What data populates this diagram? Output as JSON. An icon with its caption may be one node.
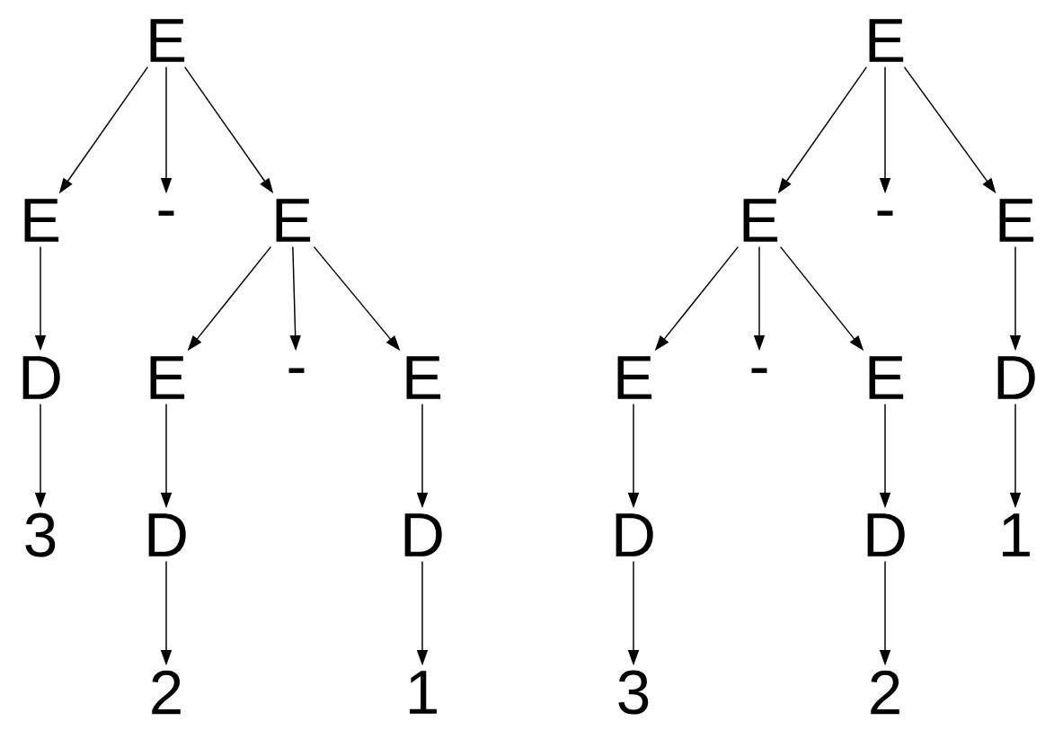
{
  "diagram": {
    "nodes": [
      {
        "text": [
          "E"
        ]
      },
      {
        "text": [
          "E"
        ]
      },
      {
        "text": [
          "-"
        ]
      },
      {
        "text": [
          "E"
        ]
      },
      {
        "text": [
          "D"
        ]
      },
      {
        "text": [
          "3"
        ]
      },
      {
        "text": [
          "E"
        ]
      },
      {
        "text": [
          "-"
        ]
      },
      {
        "text": [
          "E"
        ]
      },
      {
        "text": [
          "D"
        ]
      },
      {
        "text": [
          "2"
        ]
      },
      {
        "text": [
          "D"
        ]
      },
      {
        "text": [
          "1"
        ]
      },
      {
        "text": [
          "E"
        ]
      },
      {
        "text": [
          "E"
        ]
      },
      {
        "text": [
          "-"
        ]
      },
      {
        "text": [
          "E"
        ]
      },
      {
        "text": [
          "E"
        ]
      },
      {
        "text": [
          "-"
        ]
      },
      {
        "text": [
          "E"
        ]
      },
      {
        "text": [
          "D"
        ]
      },
      {
        "text": [
          "D"
        ]
      },
      {
        "text": [
          "3"
        ]
      },
      {
        "text": [
          "D"
        ]
      },
      {
        "text": [
          "2"
        ]
      },
      {
        "text": [
          "1"
        ]
      }
    ],
    "edges": [
      {
        "from": 0,
        "to": 1,
        "arrow": "to"
      },
      {
        "from": 0,
        "to": 2,
        "arrow": "to"
      },
      {
        "from": 0,
        "to": 3,
        "arrow": "to"
      },
      {
        "from": 1,
        "to": 4,
        "arrow": "to"
      },
      {
        "from": 4,
        "to": 5,
        "arrow": "to"
      },
      {
        "from": 3,
        "to": 6,
        "arrow": "to"
      },
      {
        "from": 3,
        "to": 7,
        "arrow": "to"
      },
      {
        "from": 3,
        "to": 8,
        "arrow": "to"
      },
      {
        "from": 6,
        "to": 9,
        "arrow": "to"
      },
      {
        "from": 9,
        "to": 10,
        "arrow": "to"
      },
      {
        "from": 8,
        "to": 11,
        "arrow": "to"
      },
      {
        "from": 11,
        "to": 12,
        "arrow": "to"
      },
      {
        "from": 13,
        "to": 14,
        "arrow": "to"
      },
      {
        "from": 13,
        "to": 15,
        "arrow": "to"
      },
      {
        "from": 13,
        "to": 16,
        "arrow": "to"
      },
      {
        "from": 14,
        "to": 17,
        "arrow": "to"
      },
      {
        "from": 14,
        "to": 18,
        "arrow": "to"
      },
      {
        "from": 14,
        "to": 19,
        "arrow": "to"
      },
      {
        "from": 16,
        "to": 20,
        "arrow": "to"
      },
      {
        "from": 17,
        "to": 21,
        "arrow": "to"
      },
      {
        "from": 21,
        "to": 22,
        "arrow": "to"
      },
      {
        "from": 19,
        "to": 23,
        "arrow": "to"
      },
      {
        "from": 23,
        "to": 24,
        "arrow": "to"
      },
      {
        "from": 20,
        "to": 25,
        "arrow": "to"
      }
    ]
  }
}
